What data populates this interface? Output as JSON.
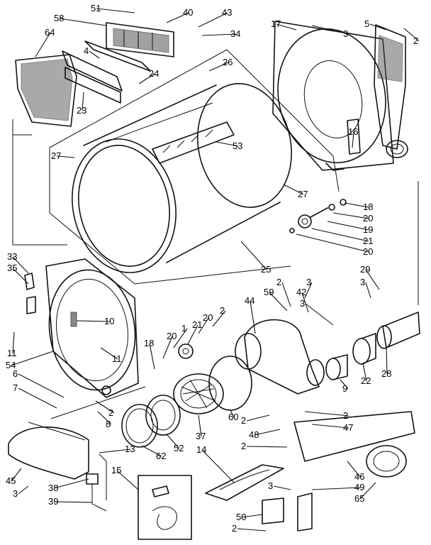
{
  "callouts": [
    {
      "id": "c51",
      "label": "51"
    },
    {
      "id": "c40",
      "label": "40"
    },
    {
      "id": "c43",
      "label": "43"
    },
    {
      "id": "c17",
      "label": "17"
    },
    {
      "id": "c5",
      "label": "5"
    },
    {
      "id": "c58",
      "label": "58"
    },
    {
      "id": "c64",
      "label": "64"
    },
    {
      "id": "c34",
      "label": "34"
    },
    {
      "id": "c3a",
      "label": "3"
    },
    {
      "id": "c2a",
      "label": "2"
    },
    {
      "id": "c4",
      "label": "4"
    },
    {
      "id": "c24",
      "label": "24"
    },
    {
      "id": "c26",
      "label": "26"
    },
    {
      "id": "c23",
      "label": "23"
    },
    {
      "id": "c16",
      "label": "16"
    },
    {
      "id": "c53",
      "label": "53"
    },
    {
      "id": "c27a",
      "label": "27"
    },
    {
      "id": "c27b",
      "label": "27"
    },
    {
      "id": "c18a",
      "label": "18"
    },
    {
      "id": "c20a",
      "label": "20"
    },
    {
      "id": "c19",
      "label": "19"
    },
    {
      "id": "c21a",
      "label": "21"
    },
    {
      "id": "c20b",
      "label": "20"
    },
    {
      "id": "c25",
      "label": "25"
    },
    {
      "id": "c33",
      "label": "33"
    },
    {
      "id": "c35",
      "label": "35"
    },
    {
      "id": "c29",
      "label": "29"
    },
    {
      "id": "c3b",
      "label": "3"
    },
    {
      "id": "c2b",
      "label": "2"
    },
    {
      "id": "c59",
      "label": "59"
    },
    {
      "id": "c3c",
      "label": "3"
    },
    {
      "id": "c42",
      "label": "42"
    },
    {
      "id": "c44",
      "label": "44"
    },
    {
      "id": "c10",
      "label": "10"
    },
    {
      "id": "c21b",
      "label": "21"
    },
    {
      "id": "c20c",
      "label": "20"
    },
    {
      "id": "c2c",
      "label": "2"
    },
    {
      "id": "c3d",
      "label": "3"
    },
    {
      "id": "c11a",
      "label": "11"
    },
    {
      "id": "c11b",
      "label": "11"
    },
    {
      "id": "c18b",
      "label": "18"
    },
    {
      "id": "c20d",
      "label": "20"
    },
    {
      "id": "c1",
      "label": "1"
    },
    {
      "id": "c54",
      "label": "54"
    },
    {
      "id": "c6",
      "label": "6"
    },
    {
      "id": "c9",
      "label": "9"
    },
    {
      "id": "c22",
      "label": "22"
    },
    {
      "id": "c28",
      "label": "28"
    },
    {
      "id": "c7",
      "label": "7"
    },
    {
      "id": "c2d",
      "label": "2"
    },
    {
      "id": "c8",
      "label": "8"
    },
    {
      "id": "c60",
      "label": "60"
    },
    {
      "id": "c2e",
      "label": "2"
    },
    {
      "id": "c47",
      "label": "47"
    },
    {
      "id": "c2f",
      "label": "2"
    },
    {
      "id": "c48",
      "label": "48"
    },
    {
      "id": "c2g",
      "label": "2"
    },
    {
      "id": "c62",
      "label": "62"
    },
    {
      "id": "c52",
      "label": "52"
    },
    {
      "id": "c37",
      "label": "37"
    },
    {
      "id": "c13",
      "label": "13"
    },
    {
      "id": "c14",
      "label": "14"
    },
    {
      "id": "c45",
      "label": "45"
    },
    {
      "id": "c3e",
      "label": "3"
    },
    {
      "id": "c38",
      "label": "38"
    },
    {
      "id": "c39",
      "label": "39"
    },
    {
      "id": "c15",
      "label": "15"
    },
    {
      "id": "c46",
      "label": "46"
    },
    {
      "id": "c49",
      "label": "49"
    },
    {
      "id": "c65",
      "label": "65"
    },
    {
      "id": "c3f",
      "label": "3"
    },
    {
      "id": "c50",
      "label": "50"
    },
    {
      "id": "c2h",
      "label": "2"
    }
  ]
}
